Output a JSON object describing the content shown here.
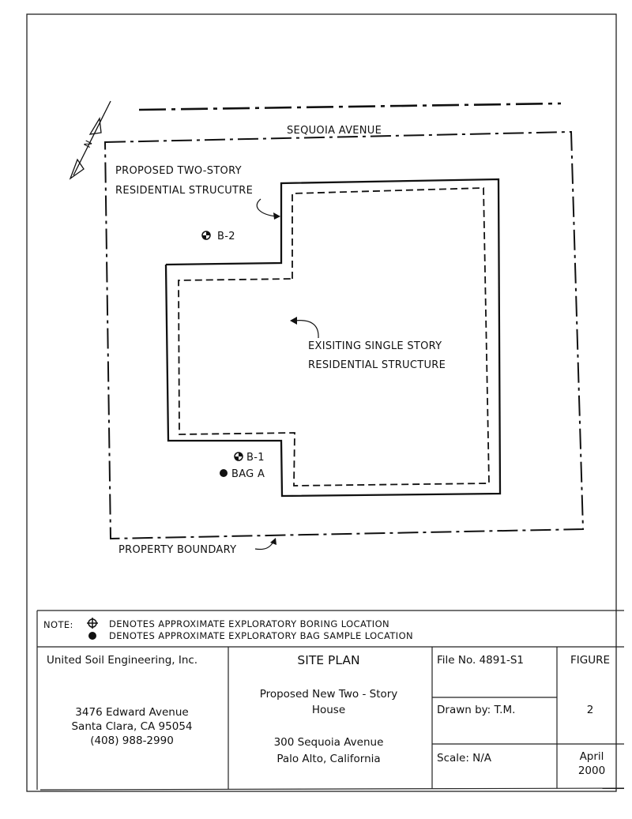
{
  "plan": {
    "street": "SEQUOIA AVENUE",
    "proposed_label_line1": "PROPOSED TWO-STORY",
    "proposed_label_line2": "RESIDENTIAL STRUCUTRE",
    "existing_label_line1": "EXISITING SINGLE STORY",
    "existing_label_line2": "RESIDENTIAL STRUCTURE",
    "property_boundary": "PROPERTY BOUNDARY",
    "north_letter": "N",
    "borings": [
      {
        "id": "B-2"
      },
      {
        "id": "B-1"
      }
    ],
    "bag_sample": "BAG A"
  },
  "notes": {
    "prefix": "NOTE:",
    "boring_note": "DENOTES APPROXIMATE EXPLORATORY BORING LOCATION",
    "bag_note": "DENOTES APPROXIMATE EXPLORATORY BAG SAMPLE LOCATION"
  },
  "title_block": {
    "company": "United Soil Engineering, Inc.",
    "address_line1": "3476 Edward Avenue",
    "address_line2": "Santa Clara, CA  95054",
    "phone": "(408) 988-2990",
    "sheet_title": "SITE PLAN",
    "project_line1": "Proposed New Two - Story",
    "project_line2": "House",
    "site_line1": "300 Sequoia Avenue",
    "site_line2": "Palo Alto, California",
    "file_no": "File No.  4891-S1",
    "drawn_by": "Drawn by:  T.M.",
    "scale": "Scale:  N/A",
    "figure_label": "FIGURE",
    "figure_number": "2",
    "date_line1": "April",
    "date_line2": "2000"
  }
}
